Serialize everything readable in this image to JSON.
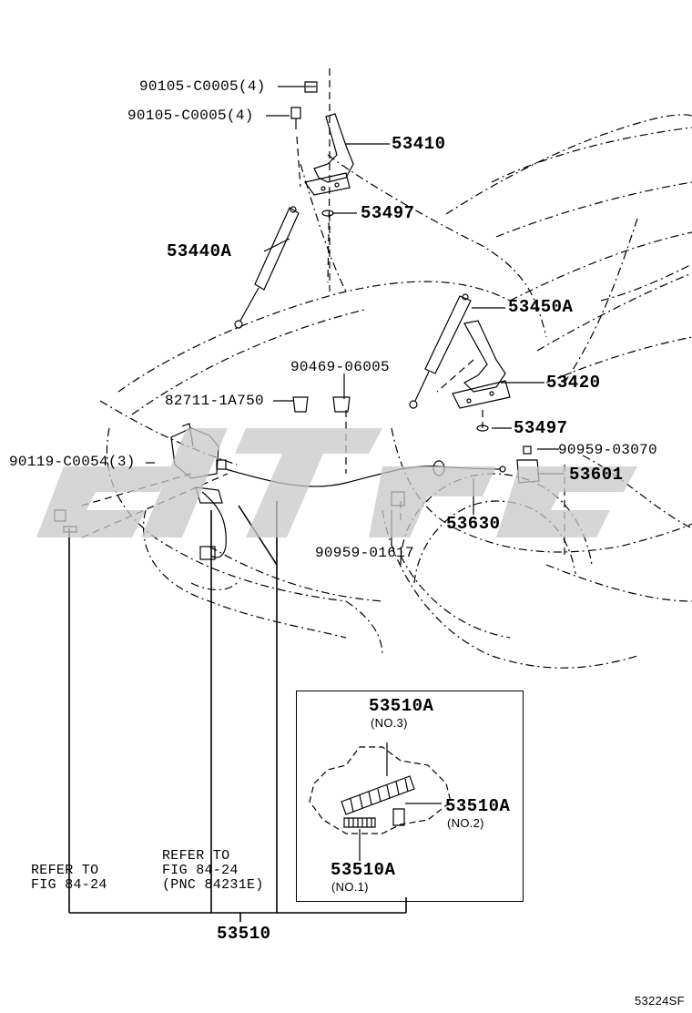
{
  "parts": {
    "bolt_upper": "90105-C0005(4)",
    "bolt_lower": "90105-C0005(4)",
    "hinge_lh": "53410",
    "washer_upper": "53497",
    "stay_lh": "53440A",
    "stay_rh": "53450A",
    "clip_upper": "90469-06005",
    "hinge_rh": "53420",
    "connector": "82711-1A750",
    "washer_lower": "53497",
    "bolt_lock": "90119-C0054(3)",
    "clip_cable": "90959-03070",
    "lever": "53601",
    "cable": "53630",
    "clip_lower": "90959-01617",
    "lock_assy": "53510"
  },
  "inset": {
    "spring_no3": "53510A",
    "spring_no3_sub": "(NO.3)",
    "spring_no2": "53510A",
    "spring_no2_sub": "(NO.2)",
    "spring_no1": "53510A",
    "spring_no1_sub": "(NO.1)"
  },
  "refs": {
    "left_line1": "REFER TO",
    "left_line2": "FIG 84-24",
    "mid_line1": "REFER TO",
    "mid_line2": "FIG 84-24",
    "mid_line3": "(PNC 84231E)"
  },
  "figure_code": "53224SF",
  "watermark_text": "citpc",
  "colors": {
    "line": "#000000",
    "watermark": "#c8c8c8"
  }
}
